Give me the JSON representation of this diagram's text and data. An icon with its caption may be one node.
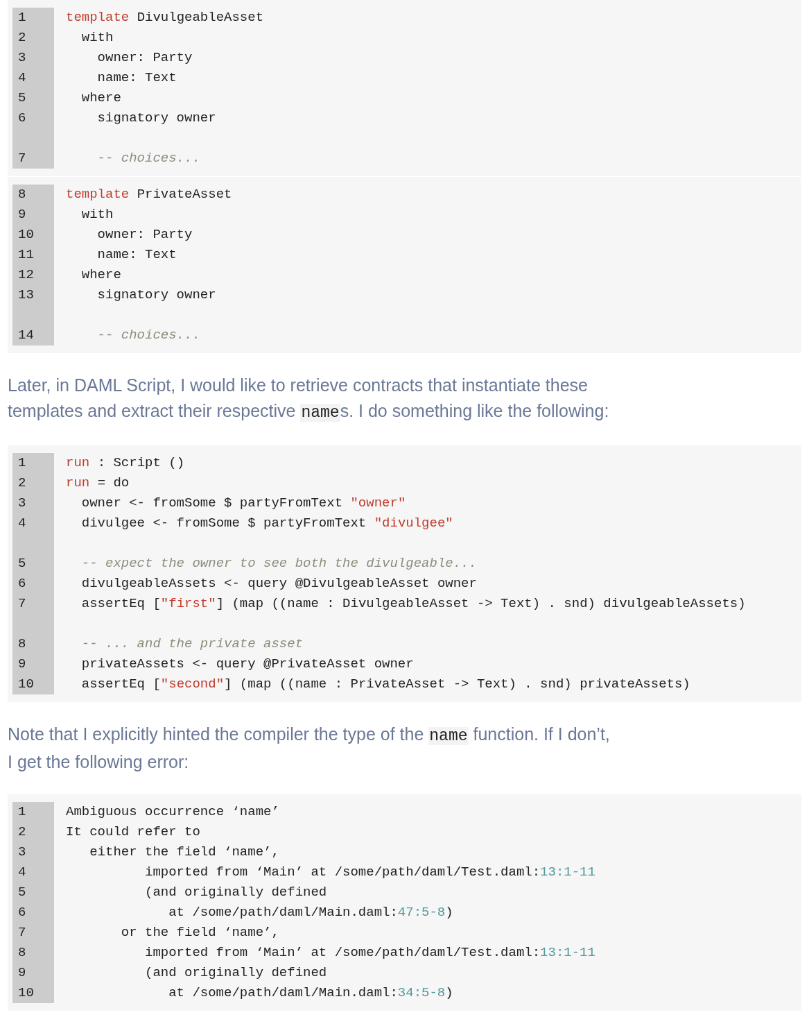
{
  "diagram": {
    "nodes": [
      {
        "text": [
          "1",
          "template",
          "DivulgeableAsset",
          "2",
          "with",
          "3",
          "owner: Party",
          "4",
          "name: Text",
          "5",
          "where",
          "6",
          "signatory owner",
          "7",
          "-- choices..."
        ]
      },
      {
        "text": [
          "8",
          "template",
          "PrivateAsset",
          "9",
          "with",
          "10",
          "owner: Party",
          "11",
          "name: Text",
          "12",
          "where",
          "13",
          "signatory owner",
          "14",
          "-- choices..."
        ]
      },
      {
        "text": [
          "1",
          "run",
          ": Script ()",
          "2",
          "run",
          "= do",
          "3",
          "owner <- fromSome $ partyFromText",
          "\"owner\"",
          "4",
          "divulgee <- fromSome $ partyFromText",
          "\"divulgee\"",
          "5",
          "-- expect the owner to see both the divulgeable...",
          "6",
          "divulgeableAssets <- query @DivulgeableAsset owner",
          "7",
          "assertEq [",
          "\"first\"",
          "] (map ((name : DivulgeableAsset -> Text) . snd) divulgeableAssets)",
          "8",
          "-- ... and the private asset",
          "9",
          "privateAssets <- query @PrivateAsset owner",
          "10",
          "assertEq [",
          "\"second\"",
          "] (map ((name : PrivateAsset -> Text) . snd) privateAssets)"
        ]
      },
      {
        "text": [
          "1",
          "Ambiguous occurrence ‘name’",
          "2",
          "It could refer to",
          "3",
          "either the field ‘name’,",
          "4",
          "imported from ‘Main’ at /some/path/daml/Test.daml:",
          "13:1-11",
          "5",
          "(and originally defined",
          "6",
          "at /some/path/daml/Main.daml:",
          "47:5-8",
          ")",
          "7",
          "or the field ‘name’,",
          "8",
          "imported from ‘Main’ at /some/path/daml/Test.daml:",
          "13:1-11",
          "9",
          "(and originally defined",
          "10",
          "at /some/path/daml/Main.daml:",
          "34:5-8",
          ")"
        ]
      }
    ],
    "labels": [
      "Later, in DAML Script, I would like to retrieve contracts that instantiate these templates and extract their respective",
      "name",
      "s. I do something like the following:",
      "Note that I explicitly hinted the compiler the type of the",
      "name",
      "function. If I don’t, I get the following error:"
    ]
  }
}
